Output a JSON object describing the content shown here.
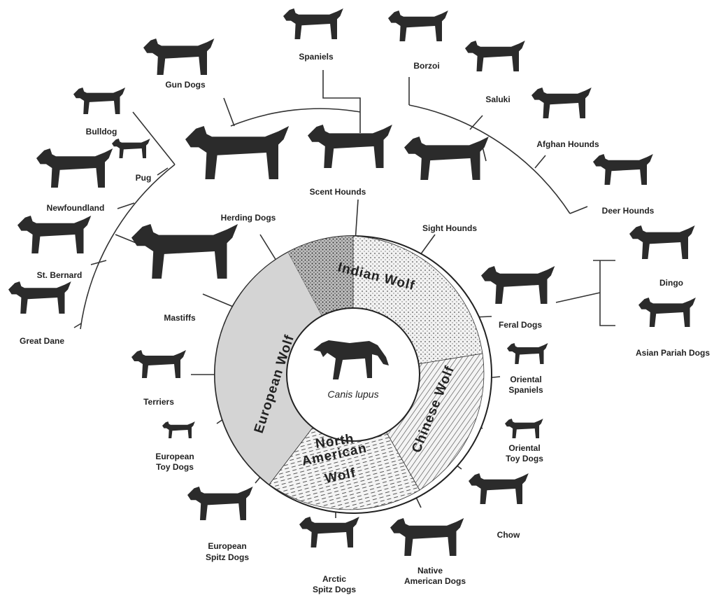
{
  "center": {
    "label": "Canis lupus"
  },
  "wolves": {
    "european": "European Wolf",
    "indian": "Indian Wolf",
    "chinese": "Chinese Wolf",
    "north_american_1": "North",
    "north_american_2": "American",
    "north_american_3": "Wolf"
  },
  "groups": {
    "gun_dogs": "Gun Dogs",
    "spaniels": "Spaniels",
    "borzoi": "Borzoi",
    "saluki": "Saluki",
    "afghan_hounds": "Afghan Hounds",
    "deer_hounds": "Deer Hounds",
    "bulldog": "Bulldog",
    "pug": "Pug",
    "newfoundland": "Newfoundland",
    "st_bernard": "St. Bernard",
    "great_dane": "Great Dane",
    "herding_dogs": "Herding Dogs",
    "scent_hounds": "Scent Hounds",
    "sight_hounds": "Sight Hounds",
    "mastiffs": "Mastiffs",
    "dingo": "Dingo",
    "feral_dogs": "Feral Dogs",
    "asian_pariah_dogs": "Asian Pariah Dogs",
    "terriers": "Terriers",
    "oriental_spaniels_1": "Oriental",
    "oriental_spaniels_2": "Spaniels",
    "european_toy_dogs_1": "European",
    "european_toy_dogs_2": "Toy Dogs",
    "oriental_toy_dogs_1": "Oriental",
    "oriental_toy_dogs_2": "Toy Dogs",
    "chow": "Chow",
    "european_spitz_dogs_1": "European",
    "european_spitz_dogs_2": "Spitz Dogs",
    "native_american_dogs_1": "Native",
    "native_american_dogs_2": "American Dogs",
    "arctic_spitz_dogs_1": "Arctic",
    "arctic_spitz_dogs_2": "Spitz Dogs"
  },
  "colors": {
    "ring_fill": "#d4d4d4",
    "ink": "#2b2b2b"
  }
}
